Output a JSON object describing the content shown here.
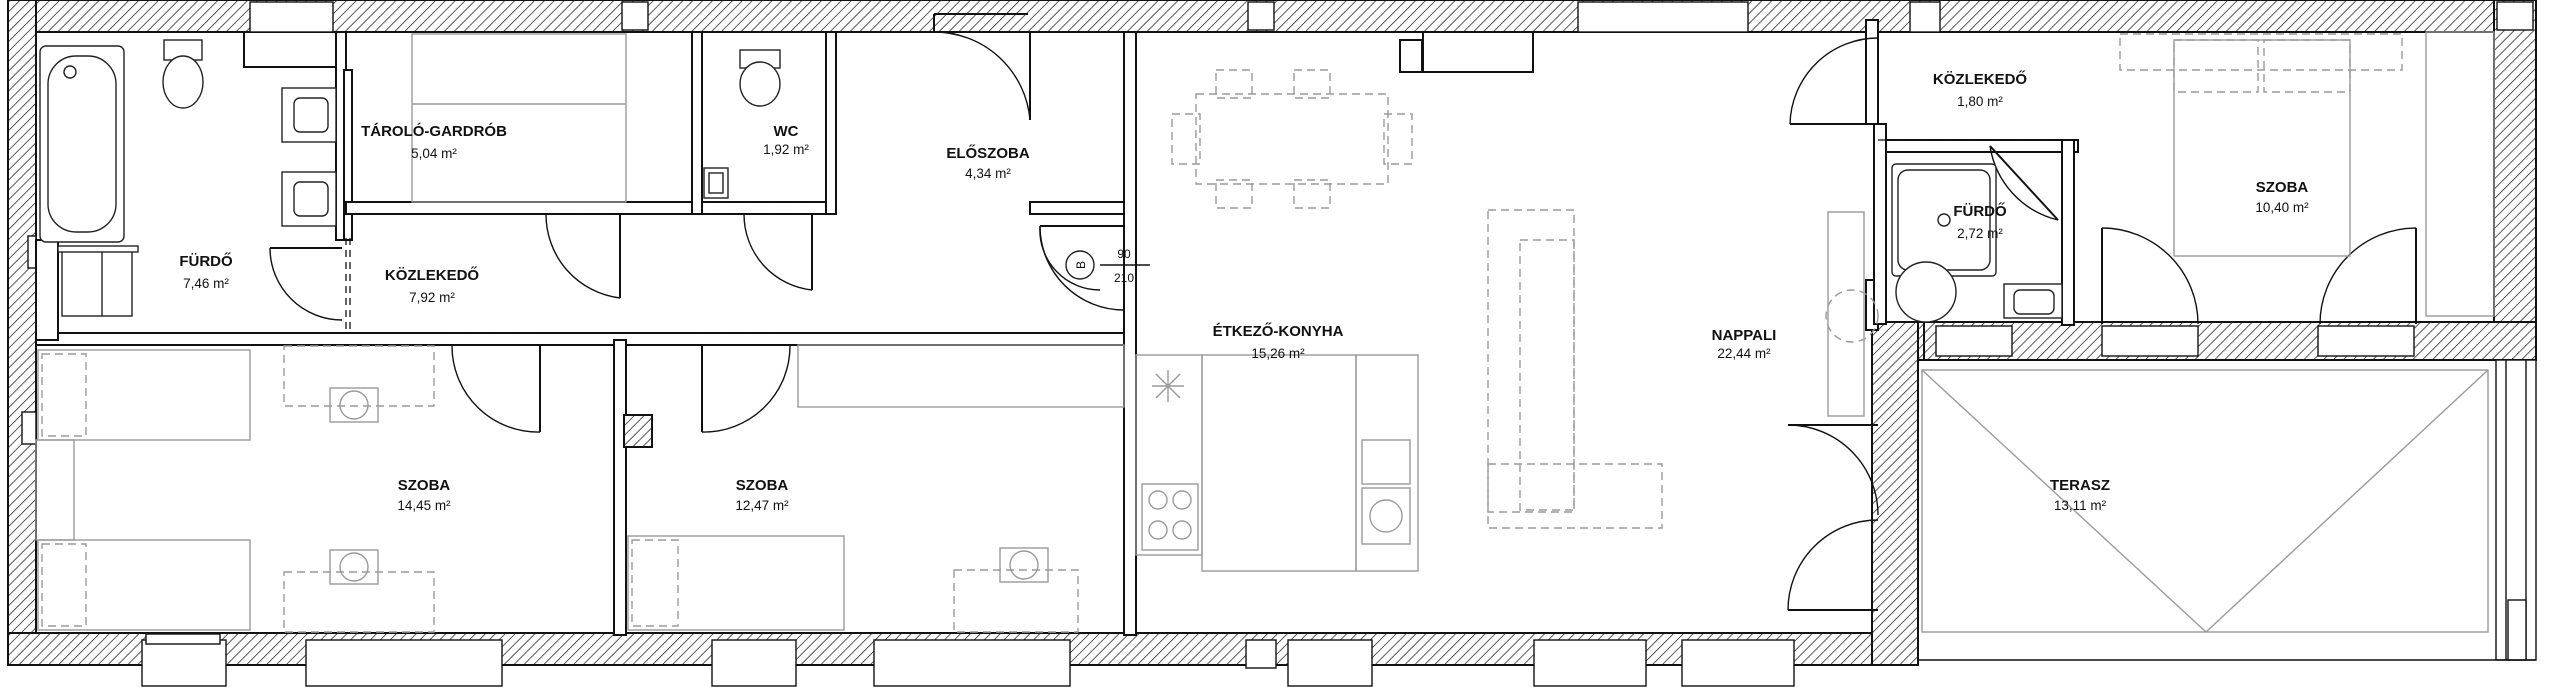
{
  "rooms": {
    "furdo1": {
      "name": "FÜRDŐ",
      "area": "7,46 m²"
    },
    "tarolo": {
      "name": "TÁROLÓ-GARDRÓB",
      "area": "5,04 m²"
    },
    "wc": {
      "name": "WC",
      "area": "1,92 m²"
    },
    "eloszoba": {
      "name": "ELŐSZOBA",
      "area": "4,34 m²"
    },
    "kozlekedo1": {
      "name": "KÖZLEKEDŐ",
      "area": "7,92 m²"
    },
    "szoba1": {
      "name": "SZOBA",
      "area": "14,45 m²"
    },
    "szoba2": {
      "name": "SZOBA",
      "area": "12,47 m²"
    },
    "konyha": {
      "name": "ÉTKEZŐ-KONYHA",
      "area": "15,26 m²"
    },
    "nappali": {
      "name": "NAPPALI",
      "area": "22,44 m²"
    },
    "kozlekedo2": {
      "name": "KÖZLEKEDŐ",
      "area": "1,80 m²"
    },
    "furdo2": {
      "name": "FÜRDŐ",
      "area": "2,72 m²"
    },
    "szoba3": {
      "name": "SZOBA",
      "area": "10,40 m²"
    },
    "terasz": {
      "name": "TERASZ",
      "area": "13,11 m²"
    }
  },
  "entry_door": {
    "width": "90",
    "height": "210",
    "symbol": "B"
  }
}
